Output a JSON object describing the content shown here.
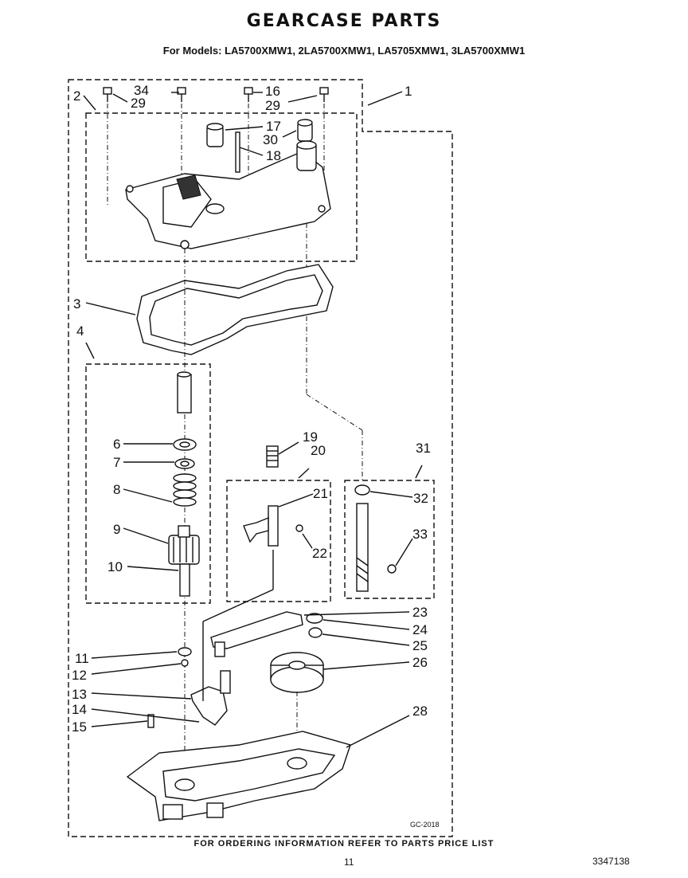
{
  "header": {
    "title": "GEARCASE PARTS",
    "models": "For Models: LA5700XMW1, 2LA5700XMW1, LA5705XMW1, 3LA5700XMW1"
  },
  "footer": {
    "ordering_note": "FOR ORDERING INFORMATION REFER TO PARTS PRICE LIST",
    "page_number": "11",
    "doc_number": "3347138",
    "figure_code": "GC-2018"
  },
  "callouts": [
    "1",
    "2",
    "3",
    "4",
    "6",
    "7",
    "8",
    "9",
    "10",
    "11",
    "12",
    "13",
    "14",
    "15",
    "16",
    "17",
    "18",
    "19",
    "20",
    "21",
    "22",
    "23",
    "24",
    "25",
    "26",
    "28",
    "29",
    "29",
    "30",
    "31",
    "32",
    "33",
    "34"
  ]
}
